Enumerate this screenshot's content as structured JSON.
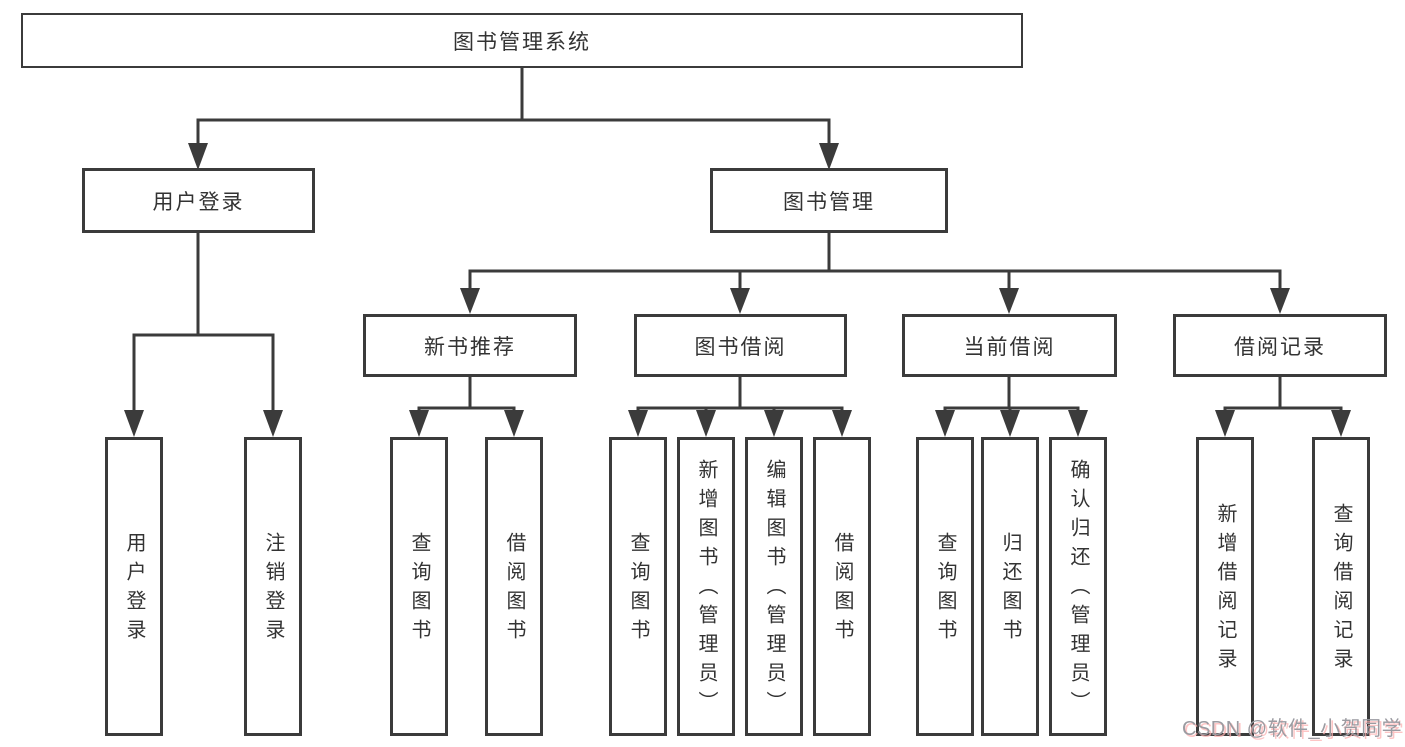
{
  "nodes": {
    "root": {
      "label": "图书管理系统"
    },
    "level2": [
      {
        "id": "user-login",
        "label": "用户登录"
      },
      {
        "id": "book-management",
        "label": "图书管理"
      }
    ],
    "level3": [
      {
        "id": "new-book-recommend",
        "label": "新书推荐"
      },
      {
        "id": "book-borrow",
        "label": "图书借阅"
      },
      {
        "id": "current-borrow",
        "label": "当前借阅"
      },
      {
        "id": "borrow-records",
        "label": "借阅记录"
      }
    ],
    "leaves": [
      {
        "group": "user-login",
        "label": "用户登录"
      },
      {
        "group": "user-login",
        "label": "注销登录"
      },
      {
        "group": "new-book-recommend",
        "label": "查询图书"
      },
      {
        "group": "new-book-recommend",
        "label": "借阅图书"
      },
      {
        "group": "book-borrow",
        "label": "查询图书"
      },
      {
        "group": "book-borrow",
        "label": "新增图书（管理员）"
      },
      {
        "group": "book-borrow",
        "label": "编辑图书（管理员）"
      },
      {
        "group": "book-borrow",
        "label": "借阅图书"
      },
      {
        "group": "current-borrow",
        "label": "查询图书"
      },
      {
        "group": "current-borrow",
        "label": "归还图书"
      },
      {
        "group": "current-borrow",
        "label": "确认归还（管理员）"
      },
      {
        "group": "borrow-records",
        "label": "新增借阅记录"
      },
      {
        "group": "borrow-records",
        "label": "查询借阅记录"
      }
    ]
  },
  "watermark": {
    "text": "CSDN @软件_小贺同学"
  },
  "colors": {
    "line": "#3b3b3b",
    "box_background": "#ffffff",
    "text": "#333333",
    "watermark": "#9b9ba1"
  }
}
